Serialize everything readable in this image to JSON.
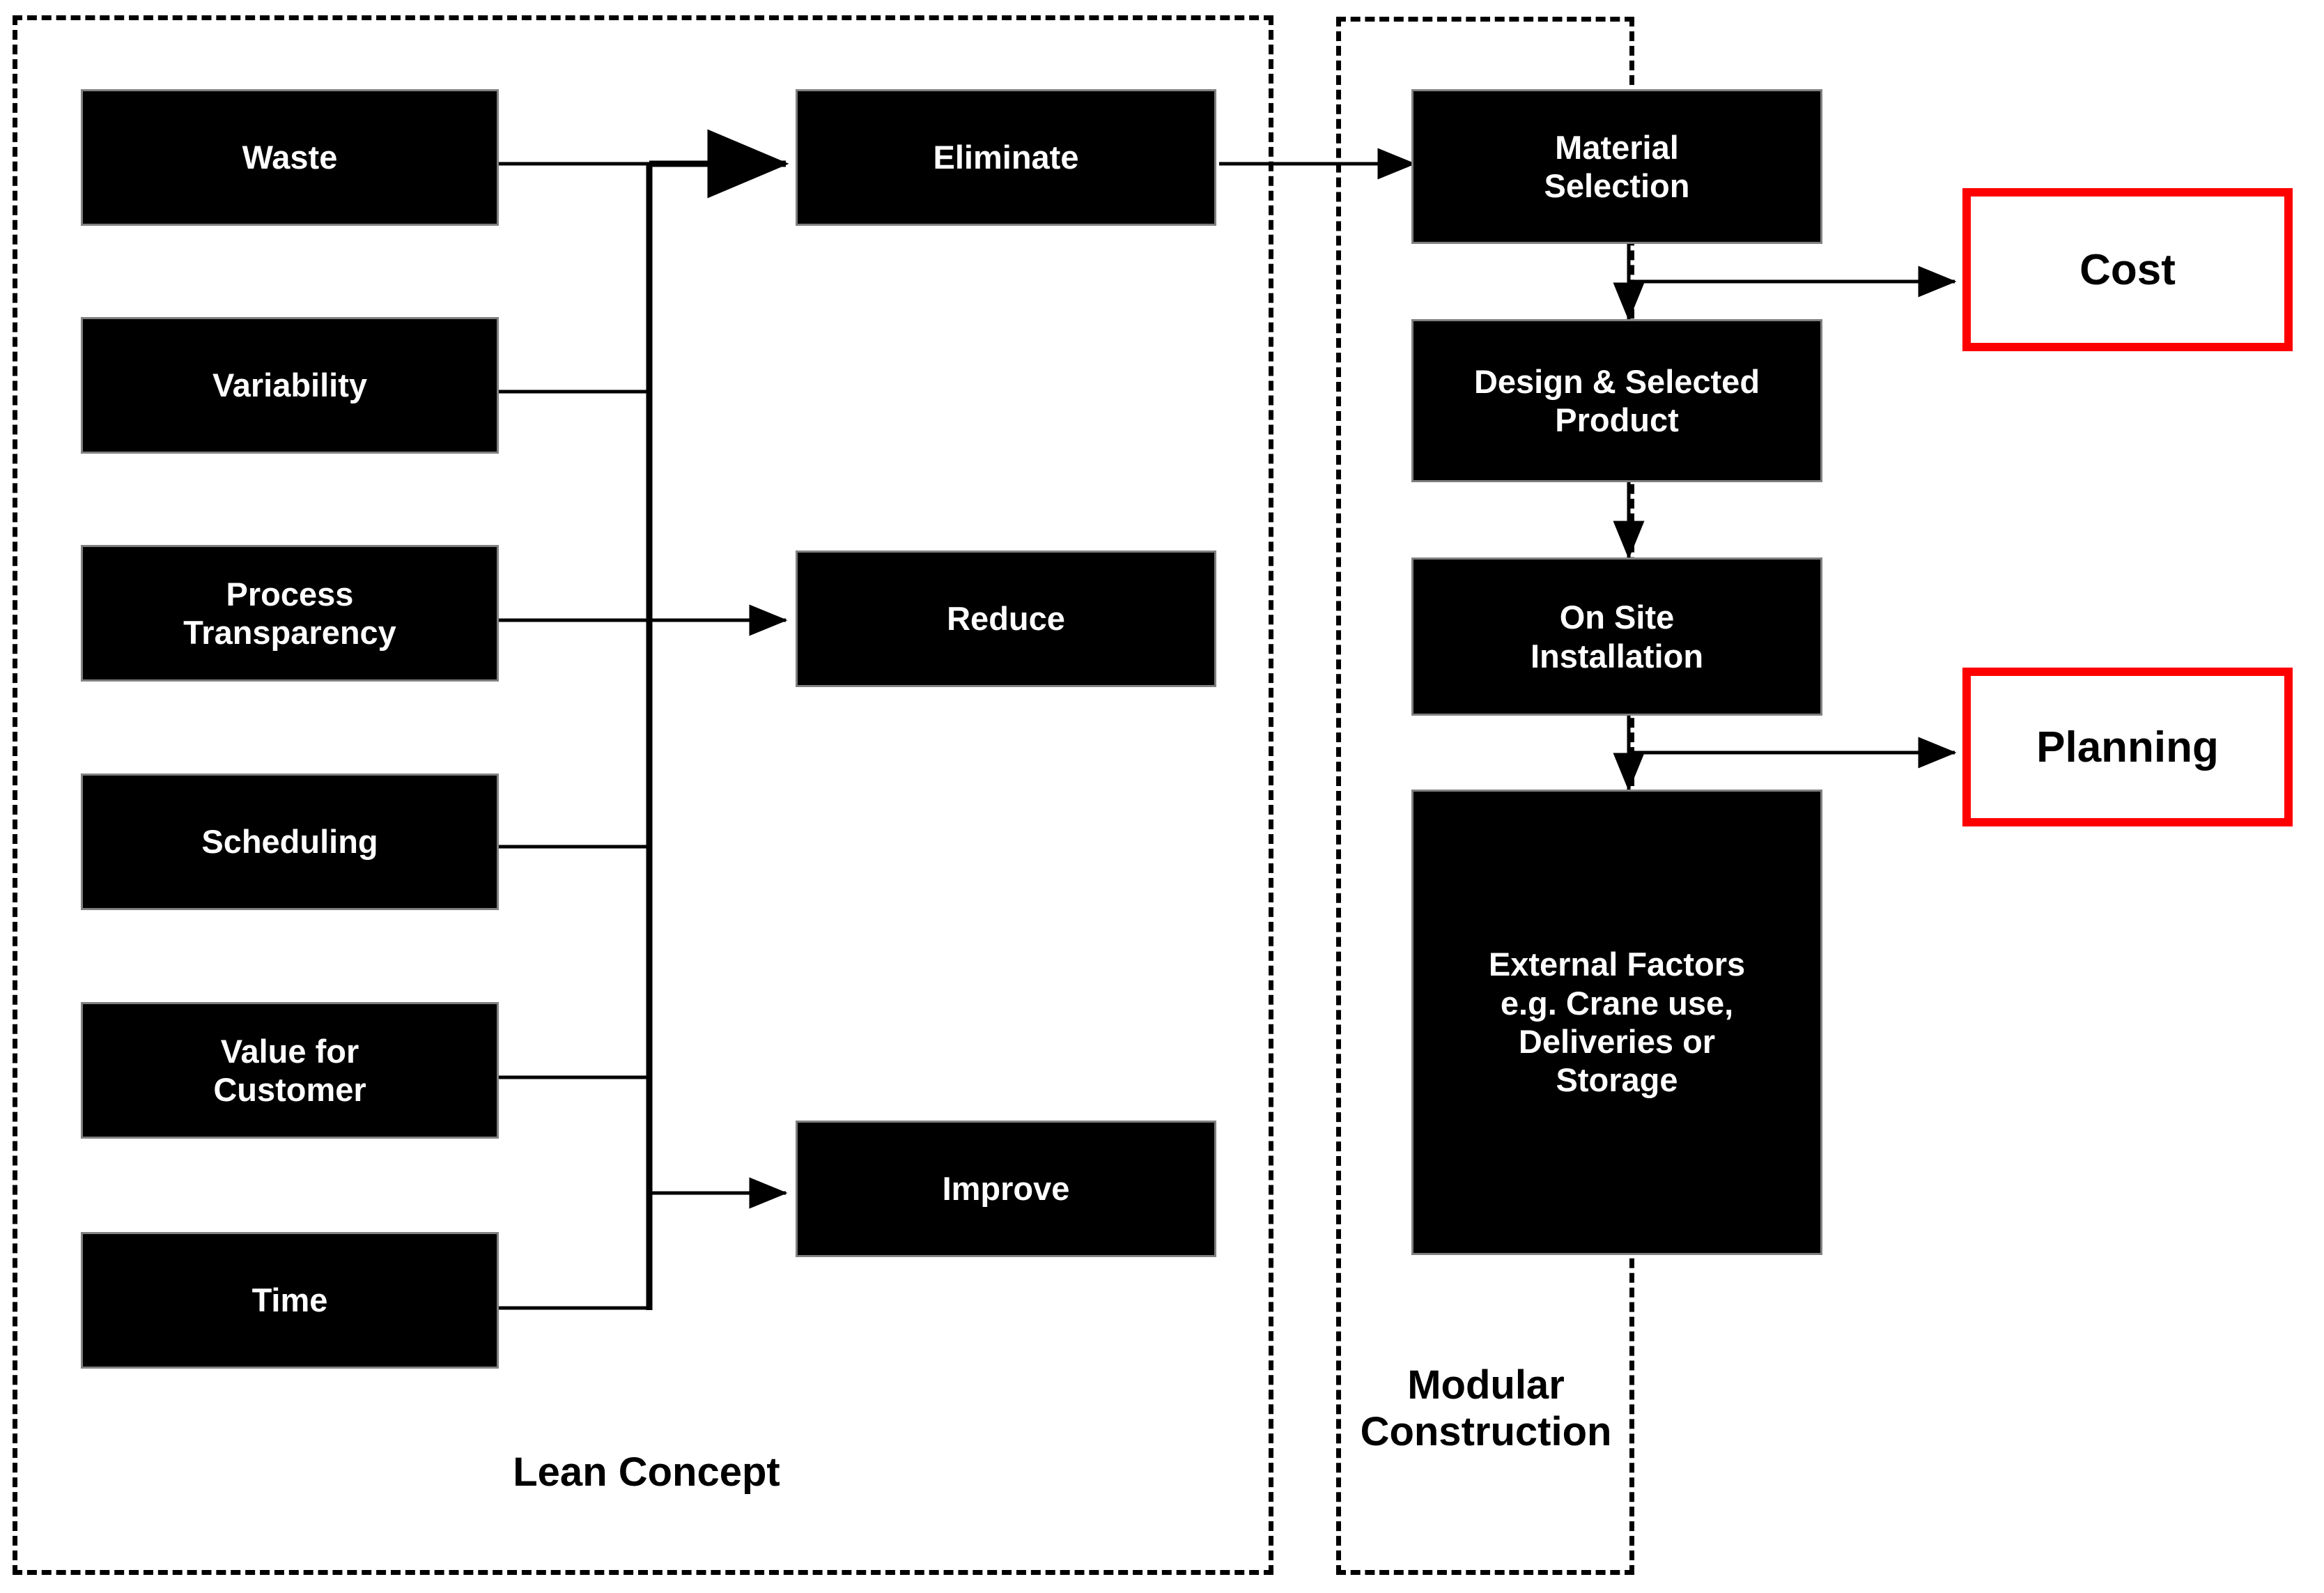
{
  "diagram": {
    "title_not_shown": "",
    "groups": [
      {
        "id": "lean",
        "label": "Lean Concept"
      },
      {
        "id": "modular",
        "label": "Modular\nConstruction"
      }
    ],
    "lean_principles": [
      {
        "id": "waste",
        "label": "Waste"
      },
      {
        "id": "variability",
        "label": "Variability"
      },
      {
        "id": "process-transparency",
        "label": "Process\nTransparency"
      },
      {
        "id": "scheduling",
        "label": "Scheduling"
      },
      {
        "id": "value-for-customer",
        "label": "Value for\nCustomer"
      },
      {
        "id": "time",
        "label": "Time"
      }
    ],
    "lean_actions": [
      {
        "id": "eliminate",
        "label": "Eliminate"
      },
      {
        "id": "reduce",
        "label": "Reduce"
      },
      {
        "id": "improve",
        "label": "Improve"
      }
    ],
    "modular_stages": [
      {
        "id": "material-selection",
        "label": "Material\nSelection"
      },
      {
        "id": "design-selected-product",
        "label": "Design & Selected\nProduct"
      },
      {
        "id": "on-site-installation",
        "label": "On Site\nInstallation"
      },
      {
        "id": "external-factors",
        "label": "External Factors\ne.g. Crane use,\nDeliveries or\nStorage"
      }
    ],
    "outcomes": [
      {
        "id": "cost",
        "label": "Cost"
      },
      {
        "id": "planning",
        "label": "Planning"
      }
    ],
    "colors": {
      "node_fill": "#000000",
      "node_text": "#ffffff",
      "outcome_border": "#ff0000",
      "outcome_text": "#000000",
      "group_border": "#000000",
      "connector": "#000000",
      "background": "#ffffff"
    }
  }
}
